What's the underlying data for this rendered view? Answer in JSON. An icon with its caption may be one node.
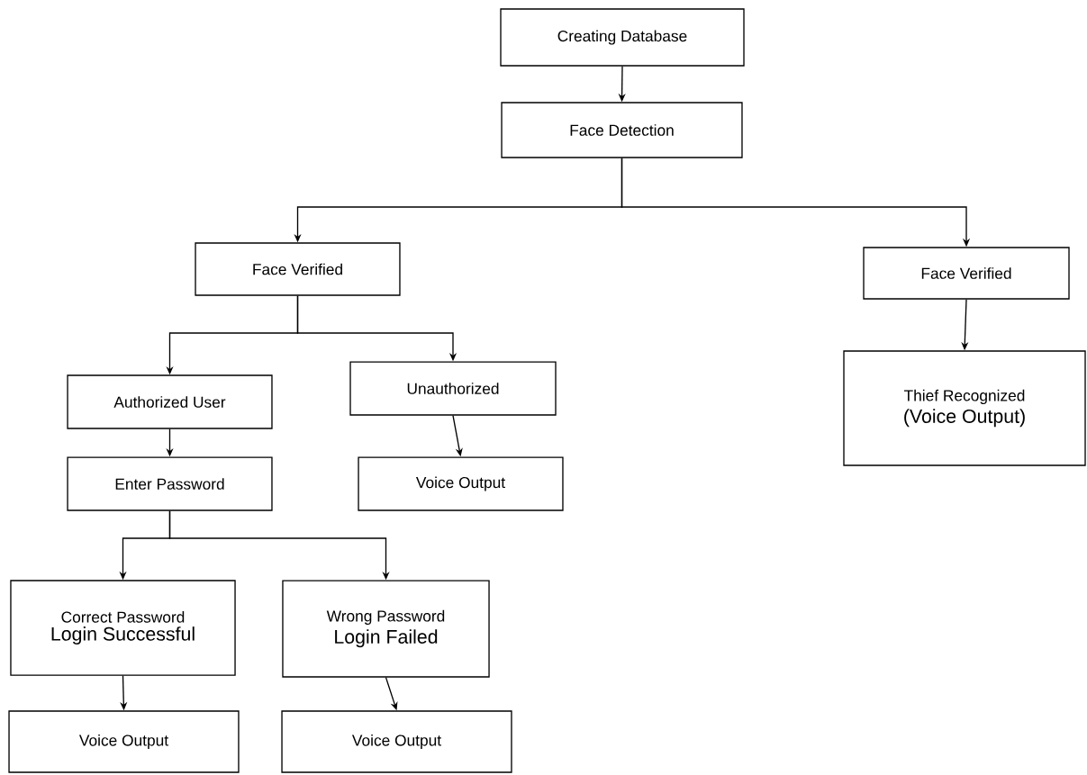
{
  "diagram": {
    "nodes": [
      {
        "text": [
          "Creating Database"
        ]
      },
      {
        "text": [
          "Face Detection"
        ]
      },
      {
        "text": [
          "Face Verified"
        ]
      },
      {
        "text": [
          "Face Verified"
        ]
      },
      {
        "text": [
          "Authorized User"
        ]
      },
      {
        "text": [
          "Unauthorized"
        ]
      },
      {
        "text": [
          "Thief Recognized",
          "(Voice Output)"
        ]
      },
      {
        "text": [
          "Enter Password"
        ]
      },
      {
        "text": [
          "Voice Output"
        ]
      },
      {
        "text": [
          "Correct Password",
          "Login Successful"
        ]
      },
      {
        "text": [
          "Wrong Password",
          "Login Failed"
        ]
      },
      {
        "text": [
          "Voice Output"
        ]
      },
      {
        "text": [
          "Voice Output"
        ]
      }
    ],
    "edges": [
      {
        "from": 0,
        "to": 1,
        "arrow": "to"
      },
      {
        "from": 1,
        "to": 2,
        "arrow": "to"
      },
      {
        "from": 1,
        "to": 3,
        "arrow": "to"
      },
      {
        "from": 2,
        "to": 4,
        "arrow": "to"
      },
      {
        "from": 2,
        "to": 5,
        "arrow": "to"
      },
      {
        "from": 3,
        "to": 6,
        "arrow": "to"
      },
      {
        "from": 4,
        "to": 7,
        "arrow": "to"
      },
      {
        "from": 5,
        "to": 8,
        "arrow": "to"
      },
      {
        "from": 7,
        "to": 9,
        "arrow": "to"
      },
      {
        "from": 7,
        "to": 10,
        "arrow": "to"
      },
      {
        "from": 9,
        "to": 11,
        "arrow": "to"
      },
      {
        "from": 10,
        "to": 12,
        "arrow": "to"
      }
    ]
  }
}
